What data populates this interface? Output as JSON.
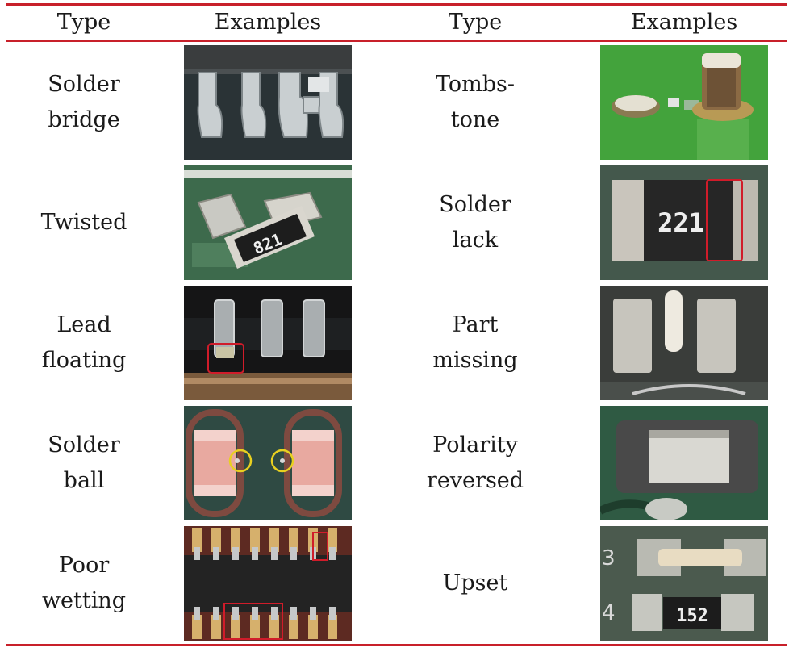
{
  "table": {
    "headers": [
      "Type",
      "Examples",
      "Type",
      "Examples"
    ],
    "left": [
      {
        "type": "Solder\nbridge",
        "image": "solder-bridge-photo"
      },
      {
        "type": "Twisted",
        "image": "twisted-photo",
        "chip_marking": "821"
      },
      {
        "type": "Lead\nfloating",
        "image": "lead-floating-photo"
      },
      {
        "type": "Solder\nball",
        "image": "solder-ball-photo"
      },
      {
        "type": "Poor\nwetting",
        "image": "poor-wetting-photo"
      }
    ],
    "right": [
      {
        "type": "Tombs-\ntone",
        "image": "tombstone-photo"
      },
      {
        "type": "Solder\nlack",
        "image": "solder-lack-photo",
        "chip_marking": "221"
      },
      {
        "type": "Part\nmissing",
        "image": "part-missing-photo"
      },
      {
        "type": "Polarity\nreversed",
        "image": "polarity-reversed-photo"
      },
      {
        "type": "Upset",
        "image": "upset-photo",
        "chip_marking": "152",
        "board_marks": [
          "3",
          "4"
        ]
      }
    ]
  },
  "colors": {
    "rule": "#c8202a",
    "highlight_red": "#d01c2a",
    "highlight_yellow": "#e8d020"
  }
}
